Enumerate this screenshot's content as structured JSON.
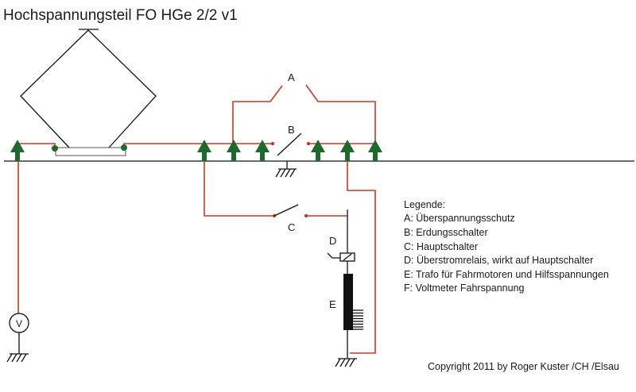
{
  "title": "Hochspannungsteil FO HGe 2/2 v1",
  "labels": {
    "a": "A",
    "b": "B",
    "c": "C",
    "d": "D",
    "e": "E"
  },
  "voltmeter_label": "V",
  "legend": {
    "heading": "Legende:",
    "items": [
      "A: Überspannungsschutz",
      "B: Erdungsschalter",
      "C: Hauptschalter",
      "D: Überstromrelais, wirkt auf Hauptschalter",
      "E: Trafo für Fahrmotoren und Hilfsspannungen",
      "F: Voltmeter Fahrspannung"
    ]
  },
  "copyright": "Copyright 2011 by Roger Kuster /CH /Elsau",
  "colors": {
    "wire": "#c63a24",
    "insulator": "#1e6a2c",
    "line": "#111111"
  }
}
